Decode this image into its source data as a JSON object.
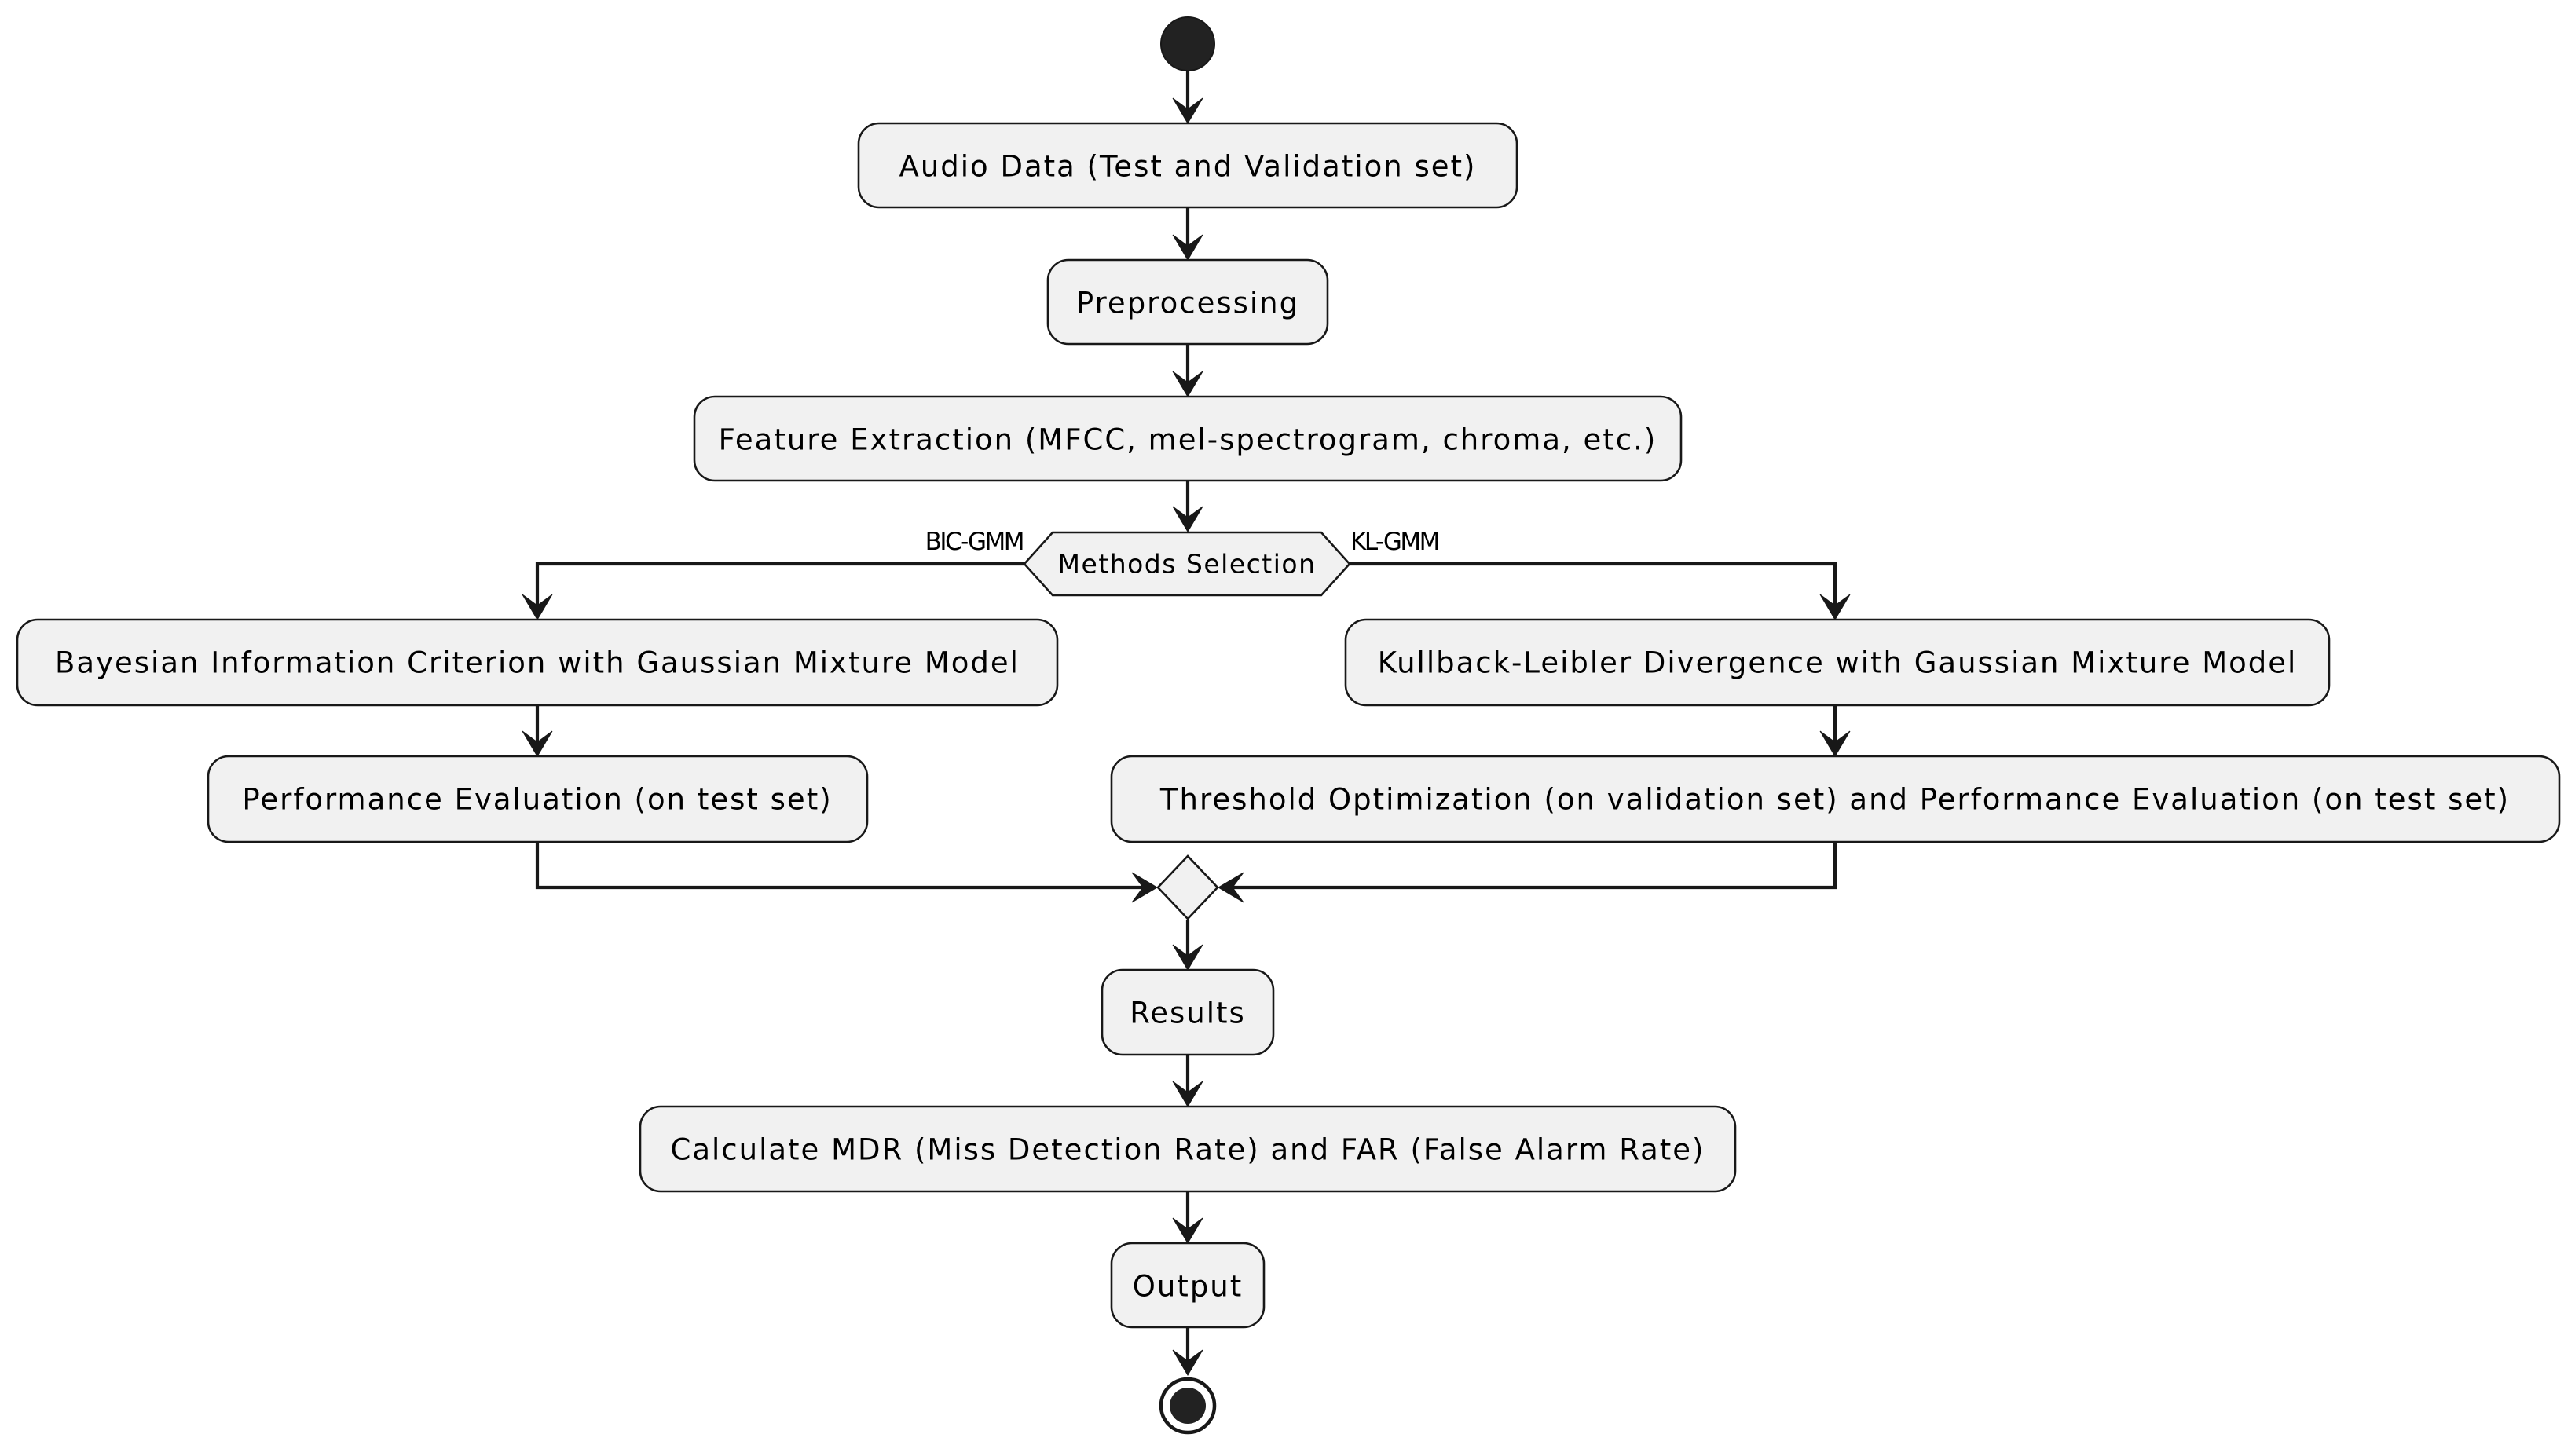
{
  "nodes": {
    "audio_data": "Audio Data (Test and Validation set)",
    "preprocessing": "Preprocessing",
    "feature_extraction": "Feature Extraction (MFCC, mel-spectrogram, chroma, etc.)",
    "methods_selection": "Methods Selection",
    "bic_gmm_method": "Bayesian Information Criterion with Gaussian Mixture Model",
    "kl_gmm_method": "Kullback-Leibler Divergence with Gaussian Mixture Model",
    "bic_evaluation": "Performance Evaluation (on test set)",
    "kl_evaluation": "Threshold Optimization (on validation set) and Performance Evaluation (on test set)",
    "results": "Results",
    "calculate_rates": "Calculate MDR (Miss Detection Rate) and FAR (False Alarm Rate)",
    "output": "Output"
  },
  "branches": {
    "left": "BIC-GMM",
    "right": "KL-GMM"
  },
  "colors": {
    "node_fill": "#f1f1f1",
    "stroke": "#181818",
    "terminal_fill": "#222222"
  }
}
